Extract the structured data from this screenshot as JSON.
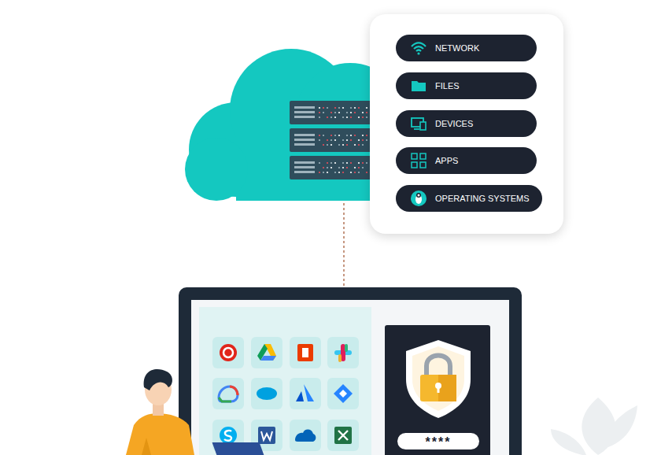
{
  "diagram": {
    "nodes": [
      {
        "text": [
          "NETWORK"
        ]
      },
      {
        "text": [
          "FILES"
        ]
      },
      {
        "text": [
          "DEVICES"
        ]
      },
      {
        "text": [
          "APPS"
        ]
      },
      {
        "text": [
          "OPERATING SYSTEMS"
        ]
      },
      {
        "text": [
          "****"
        ]
      }
    ]
  }
}
